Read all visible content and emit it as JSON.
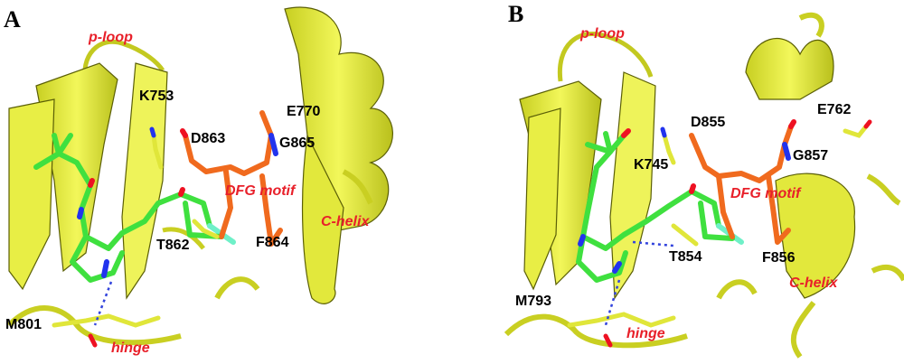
{
  "panels": [
    {
      "letter": "A",
      "labels": {
        "ploop": "p-loop",
        "k": "K753",
        "d": "D863",
        "e": "E770",
        "g": "G865",
        "dfg": "DFG motif",
        "chelix": "C-helix",
        "t": "T862",
        "f": "F864",
        "m": "M801",
        "hinge": "hinge"
      }
    },
    {
      "letter": "B",
      "labels": {
        "ploop": "p-loop",
        "d": "D855",
        "e": "E762",
        "k": "K745",
        "g": "G857",
        "dfg": "DFG motif",
        "t": "T854",
        "f": "F856",
        "chelix": "C-helix",
        "m": "M793",
        "hinge": "hinge"
      }
    }
  ],
  "colors": {
    "ribbon": "#e5ec3c",
    "ribbon_dark": "#9aa21a",
    "ligand": "#3fe03f",
    "dfg": "#f06a1e",
    "nitrogen": "#2233ee",
    "oxygen": "#ee1122",
    "fluorine": "#6ff0c8",
    "hbond": "#3344dd",
    "residue_label": "#000000",
    "motif_label": "#e8202a"
  }
}
